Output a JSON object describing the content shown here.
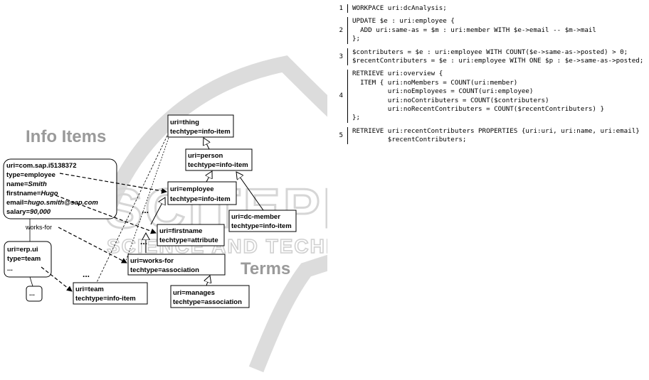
{
  "labels": {
    "info_items": "Info Items",
    "terms": "Terms",
    "works_for": "works-for",
    "ellipsis": "...",
    "watermark_main": "SCITEPRESS",
    "watermark_sub": "SCIENCE AND TECHNOLOGY PUBLICATIONS"
  },
  "entities": {
    "person": {
      "uri": "uri=com.sap.i5138372",
      "type": "type=employee",
      "name_key": "name=",
      "name_val": "Smith",
      "firstname_key": "firstname=",
      "firstname_val": "Hugo",
      "email_key": "email=",
      "email_val": "hugo.smith@sap.com",
      "salary_key": "salary=",
      "salary_val": "90,000"
    },
    "team": {
      "uri": "uri=erp.ui",
      "type": "type=team",
      "more": "..."
    },
    "more_box": "..."
  },
  "terms": {
    "thing": {
      "uri": "uri=thing",
      "techtype": "techtype=info-item"
    },
    "person": {
      "uri": "uri=person",
      "techtype": "techtype=info-item"
    },
    "employee": {
      "uri": "uri=employee",
      "techtype": "techtype=info-item"
    },
    "dc_member": {
      "uri": "uri=dc-member",
      "techtype": "techtype=info-item"
    },
    "firstname": {
      "uri": "uri=firstname",
      "techtype": "techtype=attribute"
    },
    "works_for": {
      "uri": "uri=works-for",
      "techtype": "techtype=association"
    },
    "team": {
      "uri": "uri=team",
      "techtype": "techtype=info-item"
    },
    "manages": {
      "uri": "uri=manages",
      "techtype": "techtype=association"
    }
  },
  "code": [
    {
      "num": "1",
      "lines": [
        "WORKPACE uri:dcAnalysis;"
      ]
    },
    {
      "num": "2",
      "lines": [
        "UPDATE $e : uri:employee {",
        "  ADD uri:same-as = $m : uri:member WITH $e->email -- $m->mail",
        "};"
      ]
    },
    {
      "num": "3",
      "lines": [
        "$contributers = $e : uri:employee WITH COUNT($e->same-as->posted) > 0;",
        "$recentContributers = $e : uri:employee WITH ONE $p : $e->same-as->posted;"
      ]
    },
    {
      "num": "4",
      "lines": [
        "RETRIEVE uri:overview {",
        "  ITEM { uri:noMembers = COUNT(uri:member)",
        "         uri:noEmployees = COUNT(uri:employee)",
        "         uri:noContributers = COUNT($contributers)",
        "         uri:noRecentContributers = COUNT($recentContributers) }",
        "};"
      ]
    },
    {
      "num": "5",
      "lines": [
        "RETRIEVE uri:recentContributers PROPERTIES {uri:uri, uri:name, uri:email}",
        "         $recentContributers;"
      ]
    }
  ]
}
